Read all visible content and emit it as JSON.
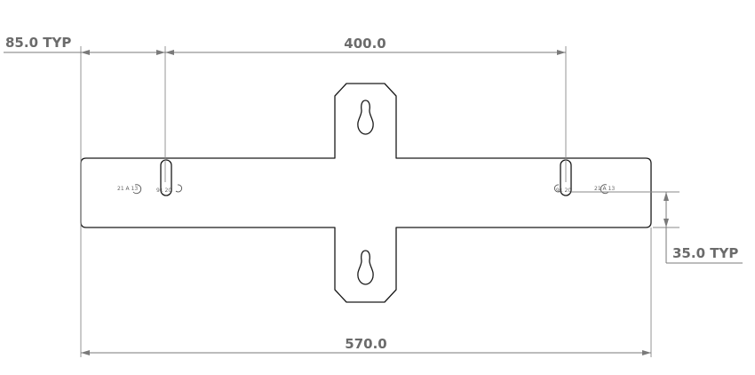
{
  "dimensions": {
    "pin_offset": "85.0 TYP",
    "pin_spacing": "400.0",
    "vertical_offset": "35.0 TYP",
    "overall_width": "570.0"
  },
  "pin_markers": {
    "left_outer": "21 A 13",
    "left_inner": "91 20",
    "right_inner": "91 20",
    "right_outer": "21 A 13"
  }
}
